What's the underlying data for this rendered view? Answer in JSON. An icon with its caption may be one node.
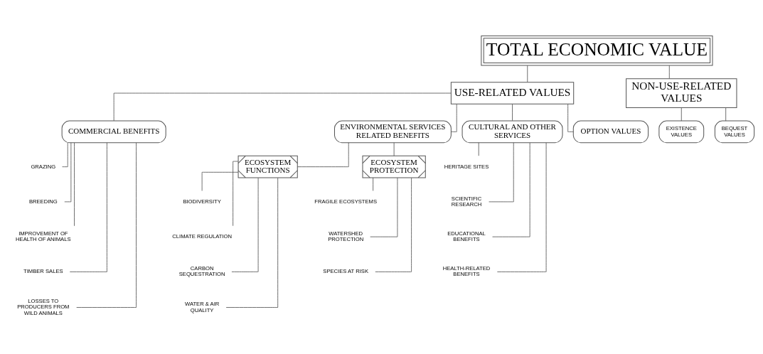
{
  "diagram": {
    "nodes": [
      {
        "text": [
          "TOTAL ECONOMIC VALUE"
        ]
      },
      {
        "text": [
          "USE-RELATED VALUES"
        ]
      },
      {
        "text": [
          "NON-USE-RELATED VALUES"
        ]
      },
      {
        "text": [
          "COMMERCIAL BENEFITS"
        ]
      },
      {
        "text": [
          "ENVIRONMENTAL SERVICES RELATED BENEFITS"
        ]
      },
      {
        "text": [
          "CULTURAL AND OTHER SERVICES"
        ]
      },
      {
        "text": [
          "OPTION VALUES"
        ]
      },
      {
        "text": [
          "EXISTENCE VALUES"
        ]
      },
      {
        "text": [
          "BEQUEST VALUES"
        ]
      },
      {
        "text": [
          "GRAZING"
        ]
      },
      {
        "text": [
          "BREEDING"
        ]
      },
      {
        "text": [
          "IMPROVEMENT OF HEALTH OF ANIMALS"
        ]
      },
      {
        "text": [
          "TIMBER SALES"
        ]
      },
      {
        "text": [
          "LOSSES TO PRODUCERS FROM WILD ANIMALS"
        ]
      },
      {
        "text": [
          "ECOSYSTEM FUNCTIONS"
        ]
      },
      {
        "text": [
          "ECOSYSTEM PROTECTION"
        ]
      },
      {
        "text": [
          "BIODIVERSITY"
        ]
      },
      {
        "text": [
          "CLIMATE REGULATION"
        ]
      },
      {
        "text": [
          "CARBON SEQUESTRATION"
        ]
      },
      {
        "text": [
          "WATER & AIR QUALITY"
        ]
      },
      {
        "text": [
          "FRAGILE ECOSYSTEMS"
        ]
      },
      {
        "text": [
          "WATERSHED PROTECTION"
        ]
      },
      {
        "text": [
          "SPECIES AT RISK"
        ]
      },
      {
        "text": [
          "HERITAGE SITES"
        ]
      },
      {
        "text": [
          "SCIENTIFIC RESEARCH"
        ]
      },
      {
        "text": [
          "EDUCATIONAL BENEFITS"
        ]
      },
      {
        "text": [
          "HEALTH-RELATED BENEFITS"
        ]
      }
    ],
    "edges": [
      {
        "from": 0,
        "to": 1,
        "arrow": "none"
      },
      {
        "from": 0,
        "to": 2,
        "arrow": "none"
      },
      {
        "from": 1,
        "to": 3,
        "arrow": "none"
      },
      {
        "from": 1,
        "to": 4,
        "arrow": "none"
      },
      {
        "from": 1,
        "to": 5,
        "arrow": "none"
      },
      {
        "from": 1,
        "to": 6,
        "arrow": "none"
      },
      {
        "from": 2,
        "to": 7,
        "arrow": "none"
      },
      {
        "from": 2,
        "to": 8,
        "arrow": "none"
      },
      {
        "from": 3,
        "to": 9,
        "arrow": "none"
      },
      {
        "from": 3,
        "to": 10,
        "arrow": "none"
      },
      {
        "from": 3,
        "to": 11,
        "arrow": "none"
      },
      {
        "from": 3,
        "to": 12,
        "arrow": "none"
      },
      {
        "from": 3,
        "to": 13,
        "arrow": "none"
      },
      {
        "from": 4,
        "to": 14,
        "arrow": "none"
      },
      {
        "from": 4,
        "to": 15,
        "arrow": "none"
      },
      {
        "from": 14,
        "to": 16,
        "arrow": "none"
      },
      {
        "from": 14,
        "to": 17,
        "arrow": "none"
      },
      {
        "from": 14,
        "to": 18,
        "arrow": "none"
      },
      {
        "from": 14,
        "to": 19,
        "arrow": "none"
      },
      {
        "from": 15,
        "to": 20,
        "arrow": "none"
      },
      {
        "from": 15,
        "to": 21,
        "arrow": "none"
      },
      {
        "from": 15,
        "to": 22,
        "arrow": "none"
      },
      {
        "from": 5,
        "to": 23,
        "arrow": "none"
      },
      {
        "from": 5,
        "to": 24,
        "arrow": "none"
      },
      {
        "from": 5,
        "to": 25,
        "arrow": "none"
      },
      {
        "from": 5,
        "to": 26,
        "arrow": "none"
      }
    ]
  }
}
